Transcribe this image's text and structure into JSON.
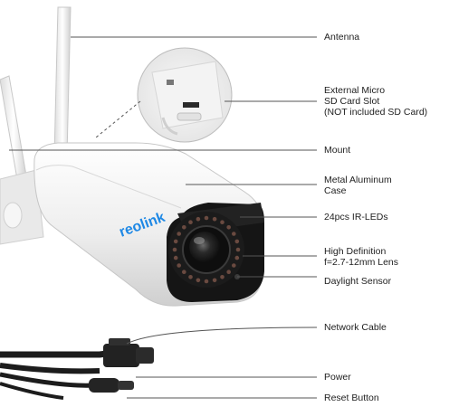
{
  "brand": {
    "logo_text": "reolink",
    "logo_color": "#1e88e5"
  },
  "colors": {
    "leader_line": "#555555",
    "camera_body": "#f2f2f2",
    "camera_dark": "#1a1a1a",
    "cable": "#1c1c1c"
  },
  "callouts": [
    {
      "id": "antenna",
      "lines": [
        "Antenna"
      ]
    },
    {
      "id": "sd-card-slot",
      "lines": [
        "External Micro",
        "SD Card Slot",
        "(NOT included SD Card)"
      ]
    },
    {
      "id": "mount",
      "lines": [
        "Mount"
      ]
    },
    {
      "id": "metal-case",
      "lines": [
        "Metal Aluminum",
        "Case"
      ]
    },
    {
      "id": "ir-leds",
      "lines": [
        "24pcs IR-LEDs"
      ]
    },
    {
      "id": "lens",
      "lines": [
        "High Definition",
        "f=2.7-12mm Lens"
      ]
    },
    {
      "id": "daylight-sensor",
      "lines": [
        "Daylight Sensor"
      ]
    },
    {
      "id": "network-cable",
      "lines": [
        "Network Cable"
      ]
    },
    {
      "id": "power",
      "lines": [
        "Power"
      ]
    },
    {
      "id": "reset-button",
      "lines": [
        "Reset Button"
      ]
    }
  ]
}
